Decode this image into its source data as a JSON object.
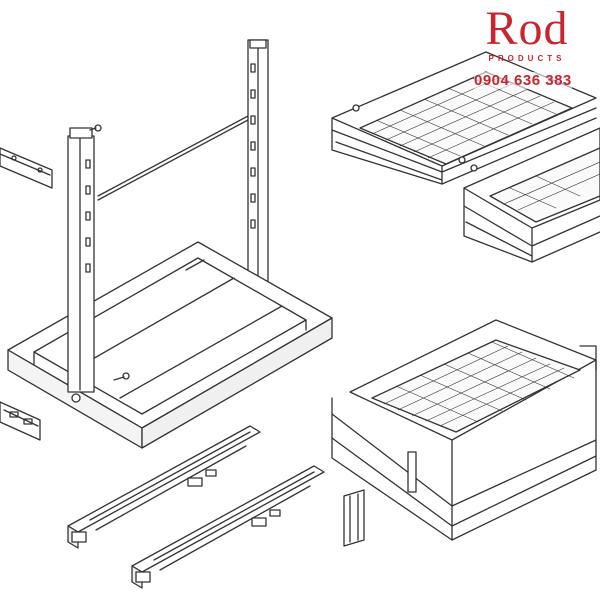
{
  "brand": {
    "logo_word": "Rod",
    "logo_sub": "PRODUCTS",
    "phone": "0904 636 383",
    "accent_color": "#c8262e"
  },
  "illustration": {
    "line_color": "#333333"
  }
}
